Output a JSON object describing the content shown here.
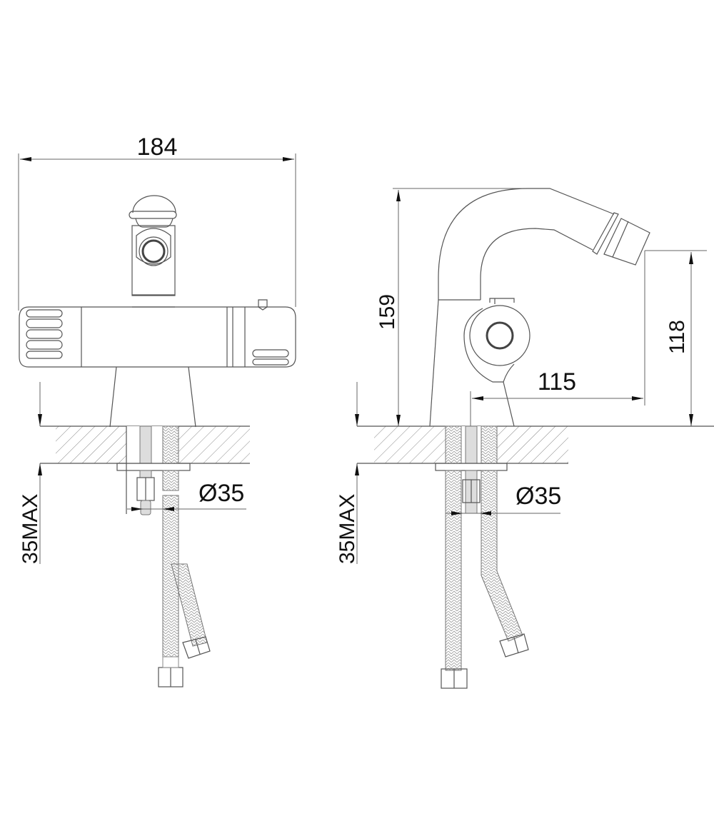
{
  "drawing": {
    "subject": "bidet mixer technical drawing",
    "colors": {
      "line": "#555555",
      "text": "#111111",
      "background": "#ffffff"
    },
    "front_view": {
      "width_label": "184",
      "hole_diameter_label": "Ø35",
      "deck_thickness_label": "35MAX"
    },
    "side_view": {
      "height_label": "159",
      "spout_height_label": "118",
      "spout_reach_label": "115",
      "hole_diameter_label": "Ø35",
      "deck_thickness_label": "35MAX"
    }
  }
}
